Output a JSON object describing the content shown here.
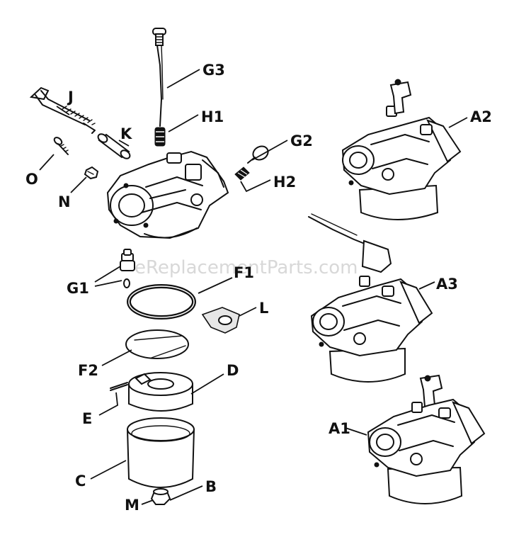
{
  "watermark": "eReplacementParts.com",
  "labels": {
    "G3": "G3",
    "J": "J",
    "H1": "H1",
    "K": "K",
    "G2": "G2",
    "O": "O",
    "N": "N",
    "H2": "H2",
    "A2": "A2",
    "G1": "G1",
    "F1": "F1",
    "L": "L",
    "A3": "A3",
    "F2": "F2",
    "D": "D",
    "E": "E",
    "A1": "A1",
    "C": "C",
    "M": "M",
    "B": "B"
  }
}
